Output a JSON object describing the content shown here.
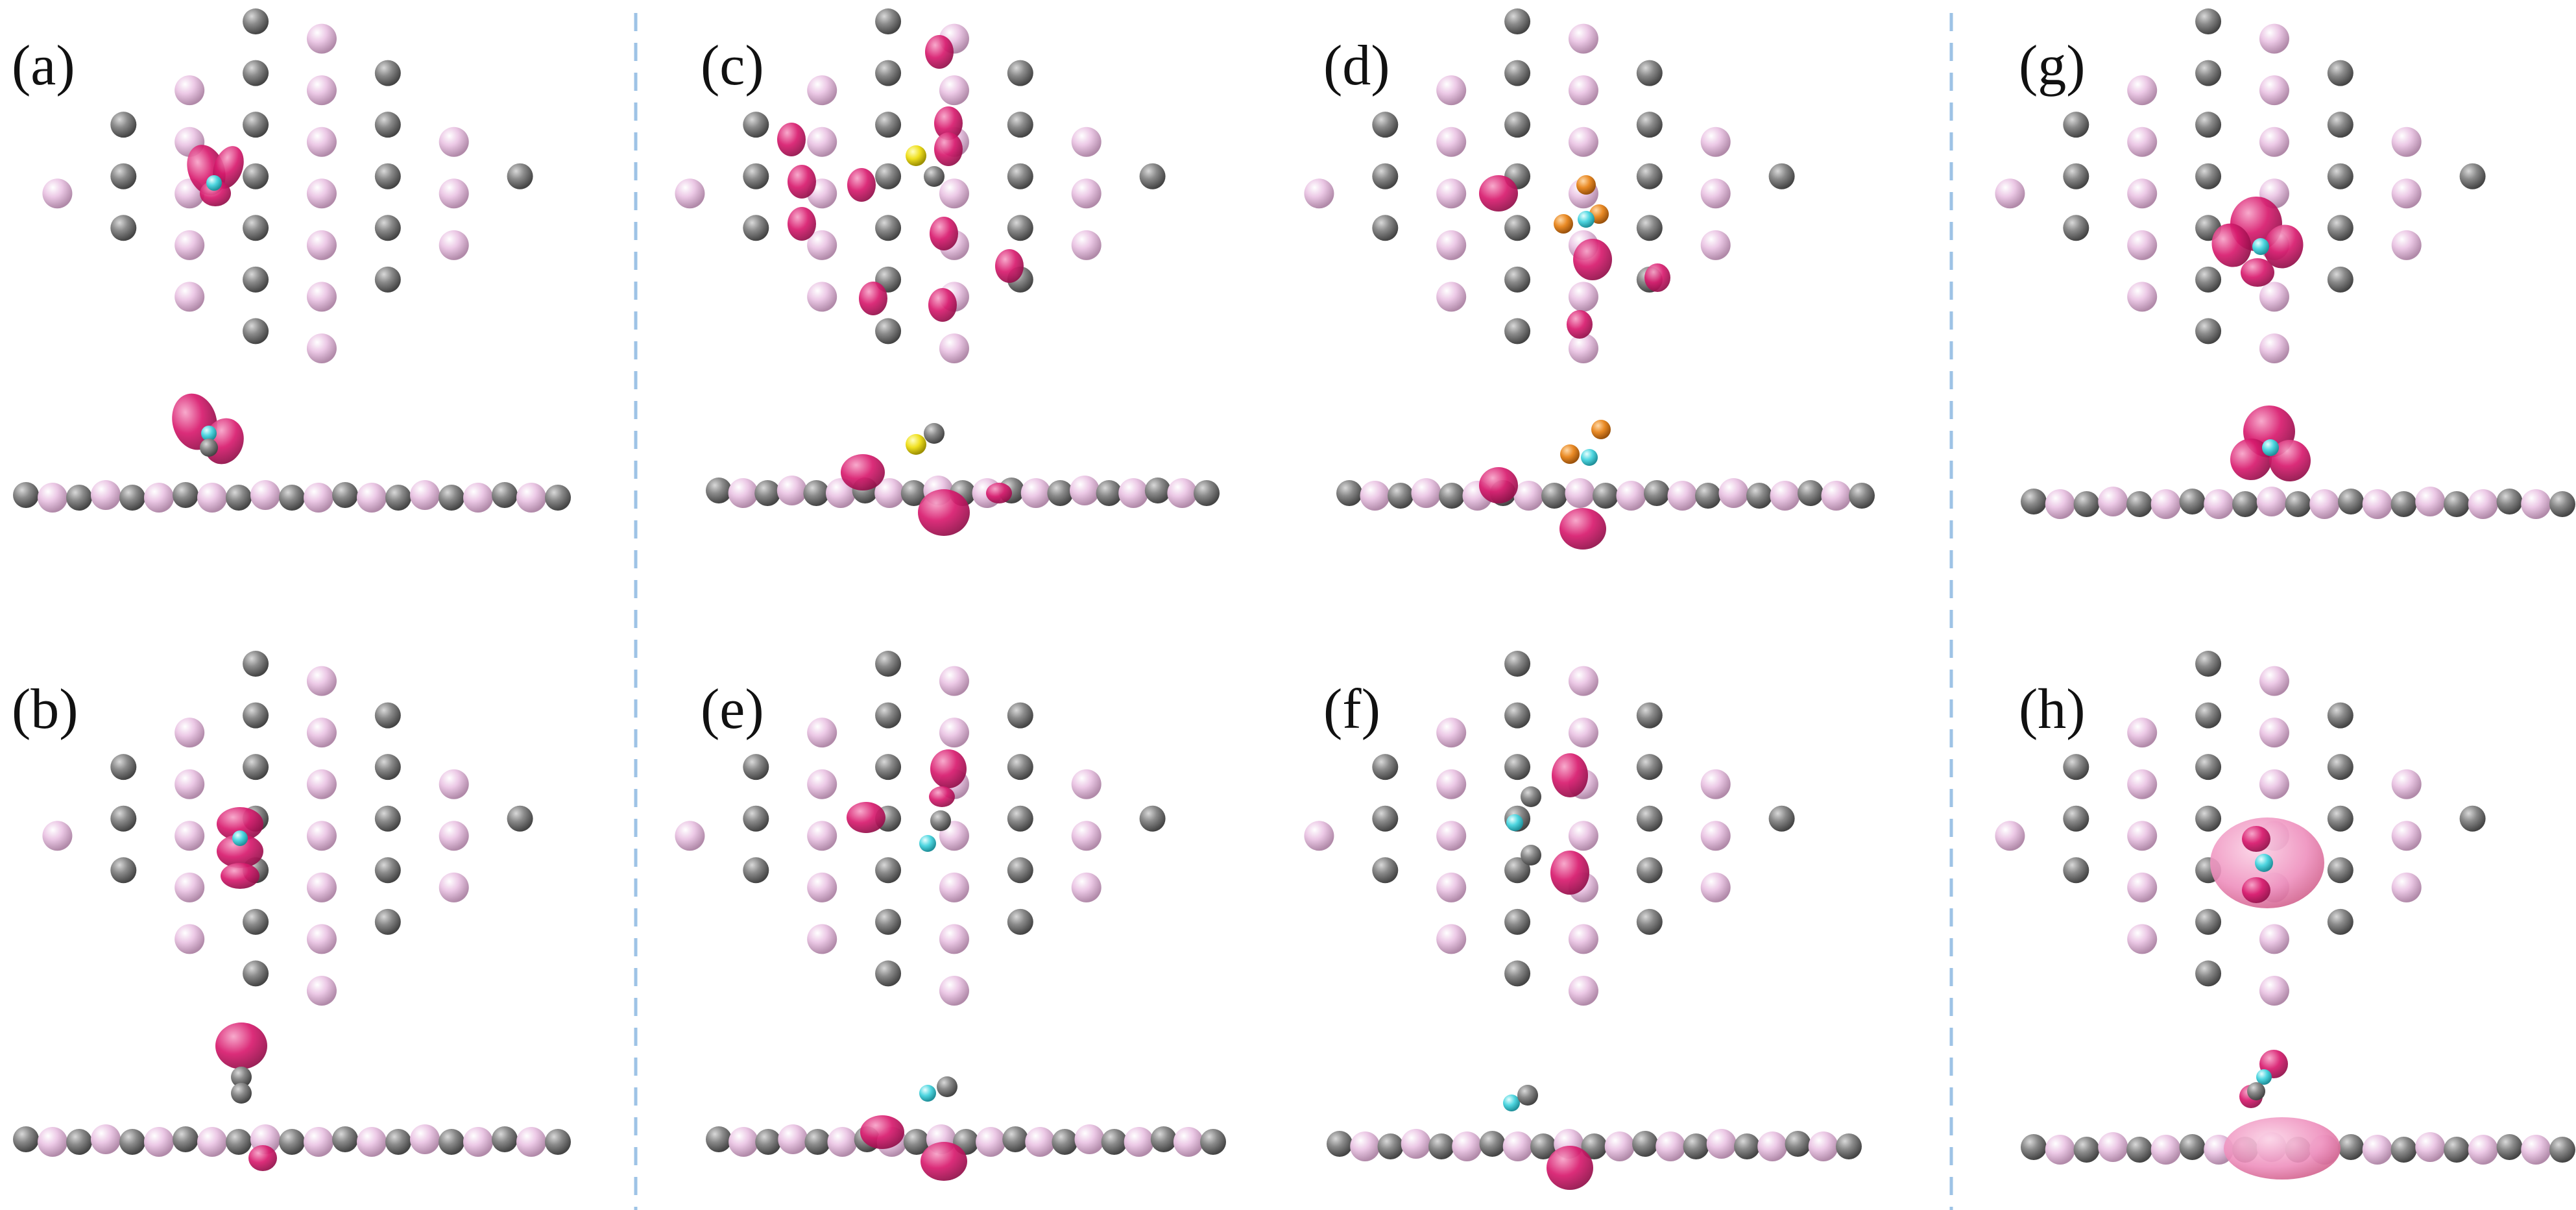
{
  "figure": {
    "panels": [
      {
        "id": "a",
        "label": "(a)"
      },
      {
        "id": "b",
        "label": "(b)"
      },
      {
        "id": "c",
        "label": "(c)"
      },
      {
        "id": "d",
        "label": "(d)"
      },
      {
        "id": "e",
        "label": "(e)"
      },
      {
        "id": "f",
        "label": "(f)"
      },
      {
        "id": "g",
        "label": "(g)"
      },
      {
        "id": "h",
        "label": "(h)"
      }
    ],
    "atom_colors": {
      "gray_atom": "#7a7a7a",
      "pink_atom": "#e9c5e2",
      "cyan_atom": "#4fd6e0",
      "yellow_atom": "#f0e020",
      "orange_atom": "#e98a25",
      "density_lobe": "#d81b6e",
      "density_halo": "#ee8fbd",
      "bond": "#c9b6c6",
      "divider": "#9ec3e6"
    }
  }
}
